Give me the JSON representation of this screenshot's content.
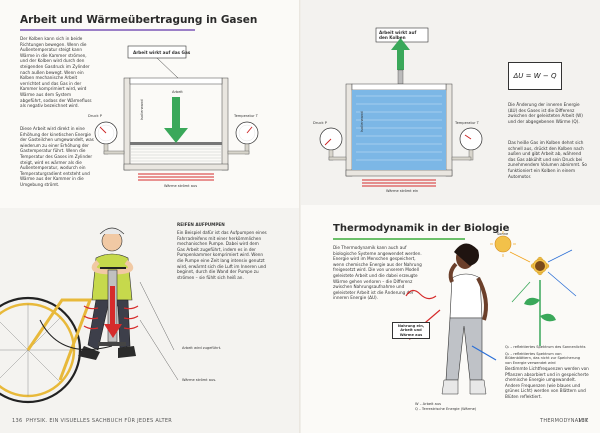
{
  "left": {
    "title": "Arbeit und Wärmeübertragung in Gasen",
    "intro": "Der Kolben kann sich in beide Richtungen bewegen. Wenn die Außentemperatur steigt kann Wärme in die Kammer strömen, und der Kolben wird durch den steigenden Gasdruck im Zylinder nach außen bewegt. Wenn ein Kolben mechanische Arbeit verrichtet und das Gas in der Kammer komprimiert wird, wird Wärme aus dem System abgeführt, sodass der Wärmefluss als negativ bezeichnet wird.",
    "intro2": "Diese Arbeit wird direkt in eine Erhöhung der kinetischen Energie der Gasteilchen umgewandelt, was wiederum zu einer Erhöhung der Gastemperatur führt. Wenn die Temperatur des Gases im Zylinder steigt, wird es wärmer als die Außentemperatur, wodurch ein Temperaturgradient entsteht und Wärme aus der Kammer in die Umgebung strömt.",
    "diagram": {
      "callout": "Arbeit wirkt auf das Gas",
      "work_label": "Arbeit",
      "pressure": "Druck P",
      "temperature": "Temperatur T",
      "insulation": "Isolierwand",
      "heat_out": "Wärme strömt aus"
    },
    "pump": {
      "heading": "REIFEN AUFPUMPEN",
      "text": "Ein Beispiel dafür ist das Aufpumpen eines Fahrradreifens mit einer herkömmlichen mechanischen Pumpe. Dabei wird dem Gas Arbeit zugeführt, indem es in der Pumpenkammer komprimiert wird. Wenn die Pumpe eine Zeit lang intensiv genutzt wird, erwärmt sich die Luft im Inneren und beginnt, durch die Wand der Pumpe zu strömen – sie fühlt sich heiß an.",
      "label_work": "Arbeit wird zugeführt.",
      "label_heat": "Wärme strömt aus."
    },
    "footer_num": "136",
    "footer_text": "PHYSIK. EIN VISUELLES SACHBUCH FÜR JEDES ALTER"
  },
  "right": {
    "diagram": {
      "callout": "Arbeit wirkt auf den Kolben",
      "pressure": "Druck P",
      "temperature": "Temperatur T",
      "insulation": "Isolierwand",
      "heat_in": "Wärme strömt ein"
    },
    "equation": "ΔU = W − Q",
    "eq_text": "Die Änderung der inneren Energie (ΔU) des Gases ist die Differenz zwischen der geleisteten Arbeit (W) und der abgegebenen Wärme (Q).",
    "eq_text2": "Das heiße Gas im Kolben dehnt sich schnell aus, drückt den Kolben nach außen und gibt Arbeit ab, während das Gas abkühlt und sein Druck bei zunehmendem Volumen abnimmt. So funktioniert ein Kolben in einem Automotor.",
    "bio_title": "Thermodynamik in der Biologie",
    "bio_text": "Die Thermodynamik kann auch auf biologische Systeme angewendet werden. Energie wird im Menschen gespeichert, wenn chemische Energie aus der Nahrung freigesetzt wird. Die von unserem Modell geleistete Arbeit und die dabei erzeugte Wärme gehen verloren – die Differenz zwischen Nahrungsaufnahme und geleisteter Arbeit ist die Änderung der inneren Energie (ΔU).",
    "sun_label": "Sonne",
    "food_label": "Nahrung ein, Arbeit und Wärme aus",
    "w_label": "W – Arbeit aus",
    "q_label": "Q – Terrestrische Energie (Wärme)",
    "plant_label1": "Q₁ – reflektiertes Spektrum des Sonnenlichts",
    "plant_label2": "Q₂ – reflektiertes Spektrum von Blütenblättern, das nicht zur Speicherung von Energie verwendet wird",
    "plant_text": "Bestimmte Lichtfrequenzen werden von Pflanzen absorbiert und in gespeicherte chemische Energie umgewandelt. Andere Frequenzen (wie blaues und grünes Licht) werden von Blättern und Blüten reflektiert.",
    "footer_num": "137",
    "footer_text": "THERMODYNAMIK"
  },
  "colors": {
    "accent_green": "#3aa85a",
    "accent_red": "#d62b2b",
    "accent_blue": "#7cb7e6",
    "underline_purple": "#9b7fc7",
    "underline_green": "#6cc06a"
  }
}
